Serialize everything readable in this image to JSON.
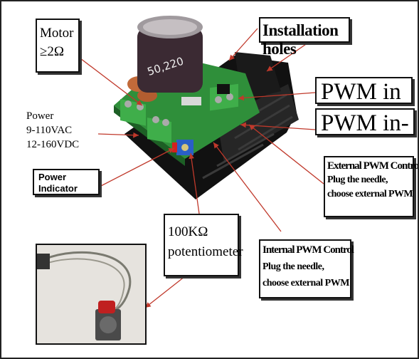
{
  "labels": {
    "motor": [
      "Motor",
      "≥2Ω"
    ],
    "installation": "Installation holes",
    "pwm_plus": "PWM in +",
    "pwm_minus": "PWM in-",
    "power": [
      "Power",
      "9-110VAC",
      "12-160VDC"
    ],
    "power_indicator": [
      "Power",
      "Indicator"
    ],
    "external": {
      "title": "External PWM Control",
      "lines": [
        "Plug the needle,",
        "choose external PWM"
      ]
    },
    "potentiometer": [
      "100KΩ",
      "potentiometer"
    ],
    "internal": {
      "title": "Internal PWM Control",
      "lines": [
        "Plug the needle,",
        "choose external PWM"
      ]
    }
  },
  "capacitor_text": "50,220",
  "colors": {
    "arrow": "#c0392b",
    "heatsink": "#151515",
    "pcb": "#2f8f3a",
    "terminal": "#3fae4a",
    "capacitor": "#3b2a33",
    "pot_blue": "#2a5fc7"
  }
}
